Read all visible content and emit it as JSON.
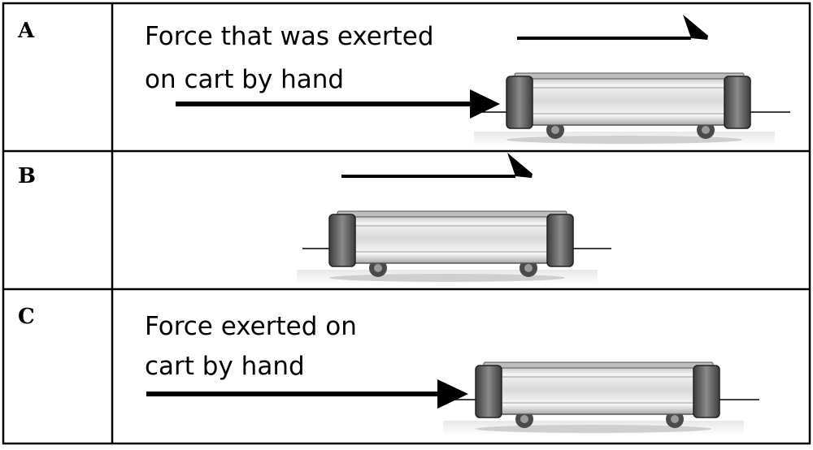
{
  "rows": [
    {
      "label": "A",
      "caption_line1": "Force that was exerted",
      "caption_line2": "on cart by hand"
    },
    {
      "label": "B"
    },
    {
      "label": "C",
      "caption_line1": "Force exerted on",
      "caption_line2": "cart by hand"
    }
  ],
  "colors": {
    "border": "#000000",
    "cart_body": "#e6e6e6",
    "cart_end": "#555555",
    "cart_shadow": "#cfcfcf",
    "track": "#000000"
  },
  "icons": {
    "force_arrow": "solid-arrowhead",
    "motion_arrow": "half-arrowhead",
    "cart": "dynamics-cart"
  }
}
